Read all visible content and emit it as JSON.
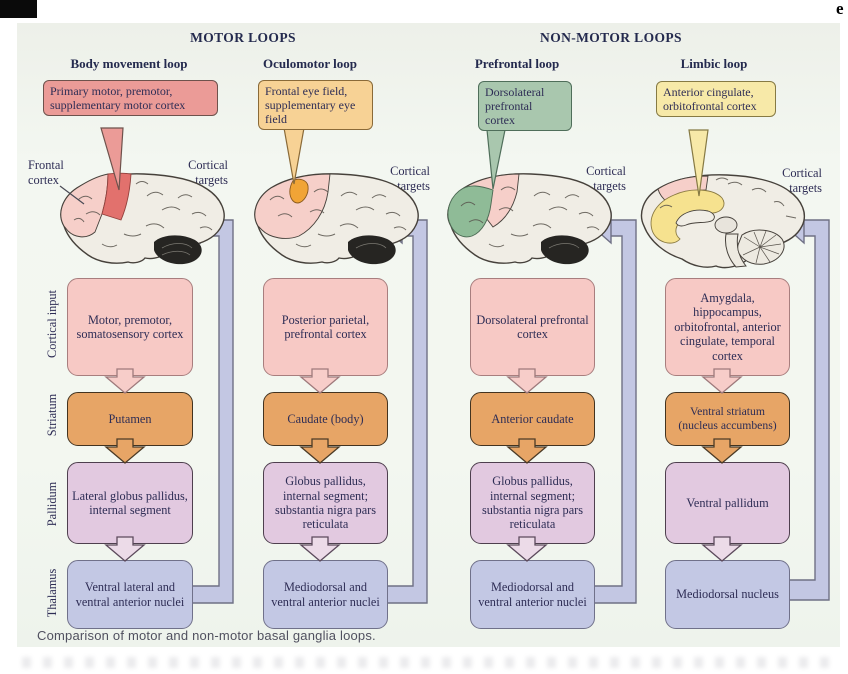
{
  "page": {
    "corner_char": "e",
    "caption": "Comparison of motor and non-motor basal ganglia loops."
  },
  "headers": {
    "motor": "MOTOR LOOPS",
    "nonmotor": "NON-MOTOR LOOPS"
  },
  "labels": {
    "frontal_cortex": "Frontal cortex",
    "cortical_targets": "Cortical targets",
    "rows": [
      "Cortical input",
      "Striatum",
      "Pallidum",
      "Thalamus"
    ]
  },
  "columns": [
    {
      "title": "Body movement loop",
      "callout": "Primary motor, premotor, supplementary motor cortex",
      "boxes": {
        "input": "Motor, premotor, somatosensory cortex",
        "striatum": "Putamen",
        "pallidum": "Lateral globus pallidus, internal segment",
        "thalamus": "Ventral lateral and ventral anterior nuclei"
      }
    },
    {
      "title": "Oculomotor loop",
      "callout": "Frontal eye field, supplementary eye field",
      "boxes": {
        "input": "Posterior parietal, prefrontal cortex",
        "striatum": "Caudate (body)",
        "pallidum": "Globus pallidus, internal segment; substantia nigra pars reticulata",
        "thalamus": "Mediodorsal and ventral anterior nuclei"
      }
    },
    {
      "title": "Prefrontal loop",
      "callout": "Dorsolateral prefrontal cortex",
      "boxes": {
        "input": "Dorsolateral prefrontal cortex",
        "striatum": "Anterior caudate",
        "pallidum": "Globus pallidus, internal segment; substantia nigra pars reticulata",
        "thalamus": "Mediodorsal and ventral anterior nuclei"
      }
    },
    {
      "title": "Limbic loop",
      "callout": "Anterior cingulate, orbitofrontal cortex",
      "boxes": {
        "input": "Amygdala, hippocampus, orbitofrontal, anterior cingulate, temporal cortex",
        "striatum": "Ventral striatum (nucleus accumbens)",
        "pallidum": "Ventral pallidum",
        "thalamus": "Mediodorsal nucleus"
      }
    }
  ],
  "colors": {
    "text": "#2e2d55",
    "panel_bg": "#f3f7f0",
    "callout1_fill": "#eb9b97",
    "callout2_fill": "#f7d295",
    "callout3_fill": "#a9c7ae",
    "callout4_fill": "#f7e9a8",
    "input_fill": "#f7c9c5",
    "striatum_fill": "#e7a566",
    "pallidum_fill": "#e2c9e0",
    "thalamus_fill": "#c3c8e4",
    "return_arrow_fill": "#c3c7e3",
    "brain_highlight_motor": "#e2716d",
    "brain_highlight_oculomotor": "#f1a436",
    "brain_highlight_prefrontal": "#8fbb97",
    "brain_highlight_limbic": "#f6e28f"
  }
}
